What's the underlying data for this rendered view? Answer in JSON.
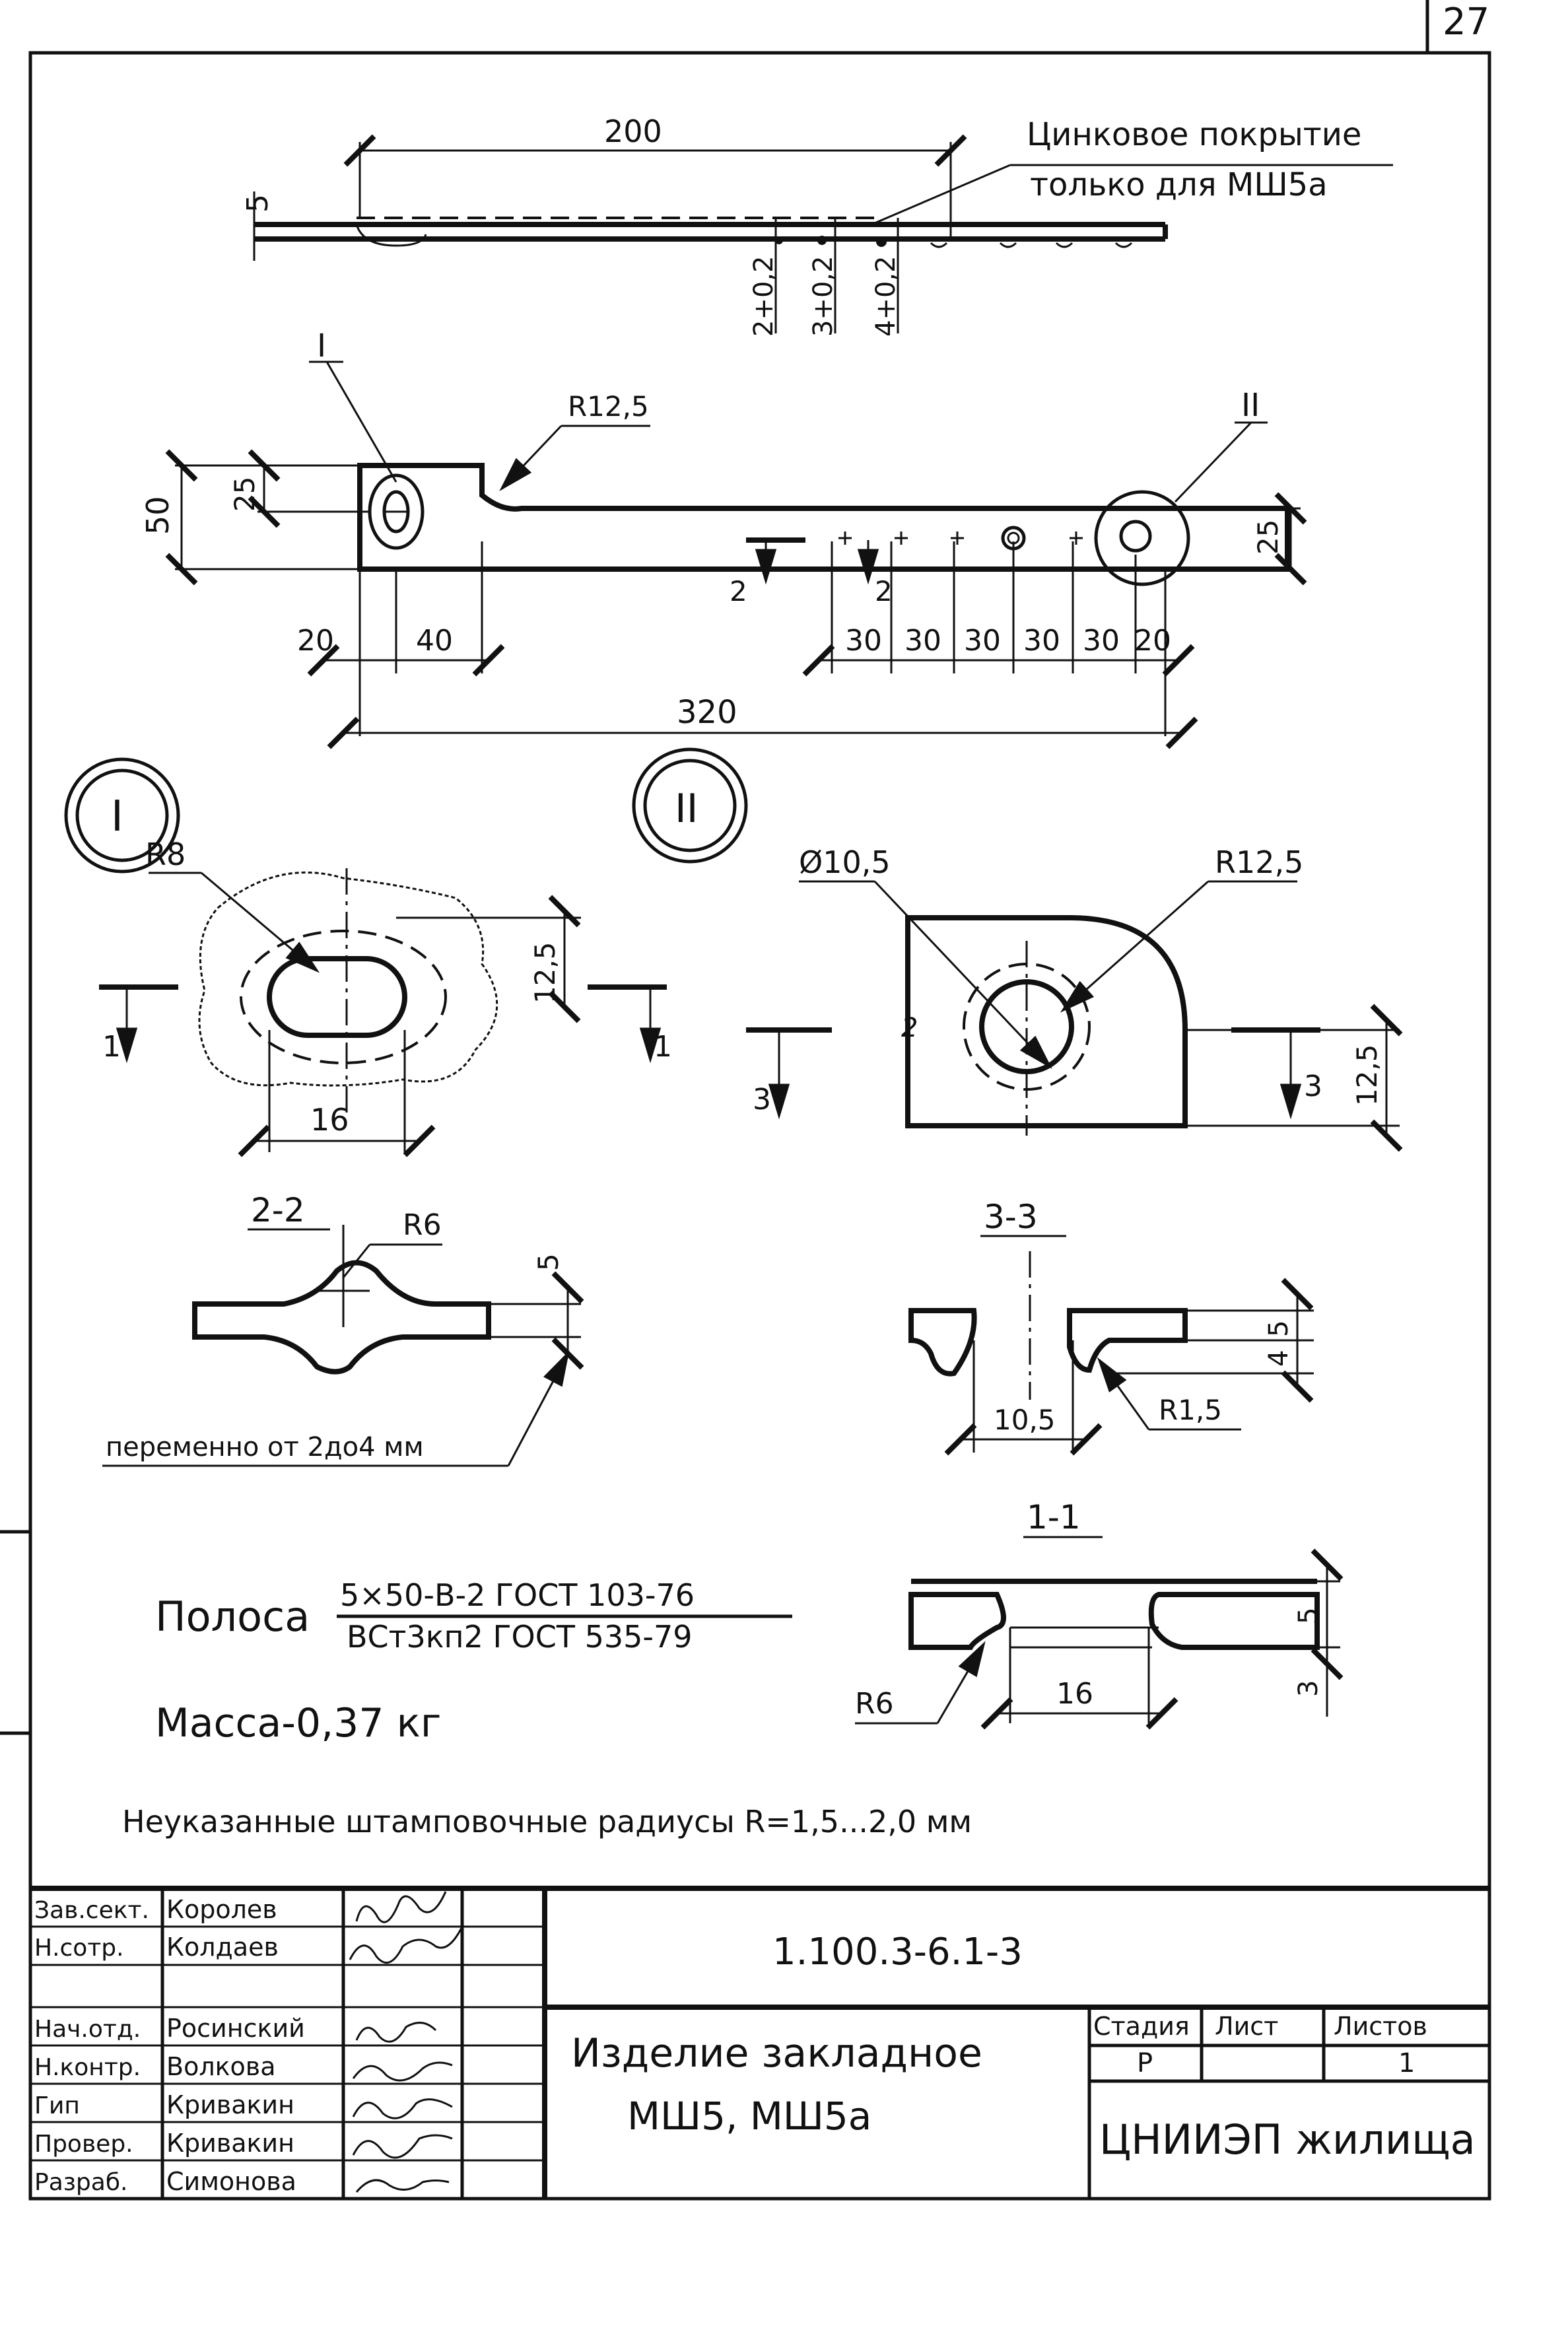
{
  "sheet_number": "27",
  "top_view": {
    "dim_length": "200",
    "dim_thickness": "5",
    "coating_note_line1": "Цинковое покрытие",
    "coating_note_line2": "только для МШ5а",
    "depth_dims": [
      "2+0,2",
      "3+0,2",
      "4+0,2"
    ]
  },
  "plan_view": {
    "callout_1": "I",
    "callout_2": "II",
    "radius": "R12,5",
    "dim_height": "50",
    "dim_half_left": "25",
    "dim_half_right": "25",
    "dim_20_left": "20",
    "dim_40": "40",
    "spacings": [
      "30",
      "30",
      "30",
      "30",
      "30",
      "20"
    ],
    "dim_total": "320",
    "section_2_left": "2",
    "section_2_right": "2"
  },
  "detail_I": {
    "label": "I",
    "radius": "R8",
    "dim_width": "16",
    "dim_height": "12,5",
    "section_mark": "1"
  },
  "detail_II": {
    "label": "II",
    "diameter": "Ø10,5",
    "radius": "R12,5",
    "dim_height": "12,5",
    "section_mark": "3",
    "edge_mark": "2"
  },
  "section_2_2": {
    "title": "2-2",
    "radius": "R6",
    "dim_thickness": "5",
    "note": "переменно от 2до4 мм"
  },
  "section_3_3": {
    "title": "3-3",
    "dim_hole": "10,5",
    "dim_4": "4",
    "dim_5": "5",
    "radius": "R1,5"
  },
  "section_1_1": {
    "title": "1-1",
    "radius": "R6",
    "dim_hole": "16",
    "dim_5": "5",
    "dim_3": "3"
  },
  "material": {
    "label": "Полоса",
    "spec_top": "5×50-В-2 ГОСТ 103-76",
    "spec_bottom": "ВСт3кп2 ГОСТ 535-79"
  },
  "mass": "Масса-0,37 кг",
  "note_radii": "Неуказанные штамповочные радиусы R=1,5...2,0 мм",
  "title_block": {
    "document_code": "1.100.3-6.1-3",
    "item_title_line1": "Изделие закладное",
    "item_title_line2": "МШ5, МШ5а",
    "stage_label": "Стадия",
    "sheet_label": "Лист",
    "sheets_label": "Листов",
    "stage_value": "Р",
    "sheet_value": "",
    "sheets_value": "1",
    "organization": "ЦНИИЭП жилища",
    "signatures": [
      {
        "role": "Зав.сект.",
        "name": "Королев"
      },
      {
        "role": "Н.сотр.",
        "name": "Колдаев"
      },
      {
        "role": "",
        "name": ""
      },
      {
        "role": "Нач.отд.",
        "name": "Росинский"
      },
      {
        "role": "Н.контр.",
        "name": "Волкова"
      },
      {
        "role": "Гип",
        "name": "Кривакин"
      },
      {
        "role": "Провер.",
        "name": "Кривакин"
      },
      {
        "role": "Разраб.",
        "name": "Симонова"
      }
    ]
  }
}
